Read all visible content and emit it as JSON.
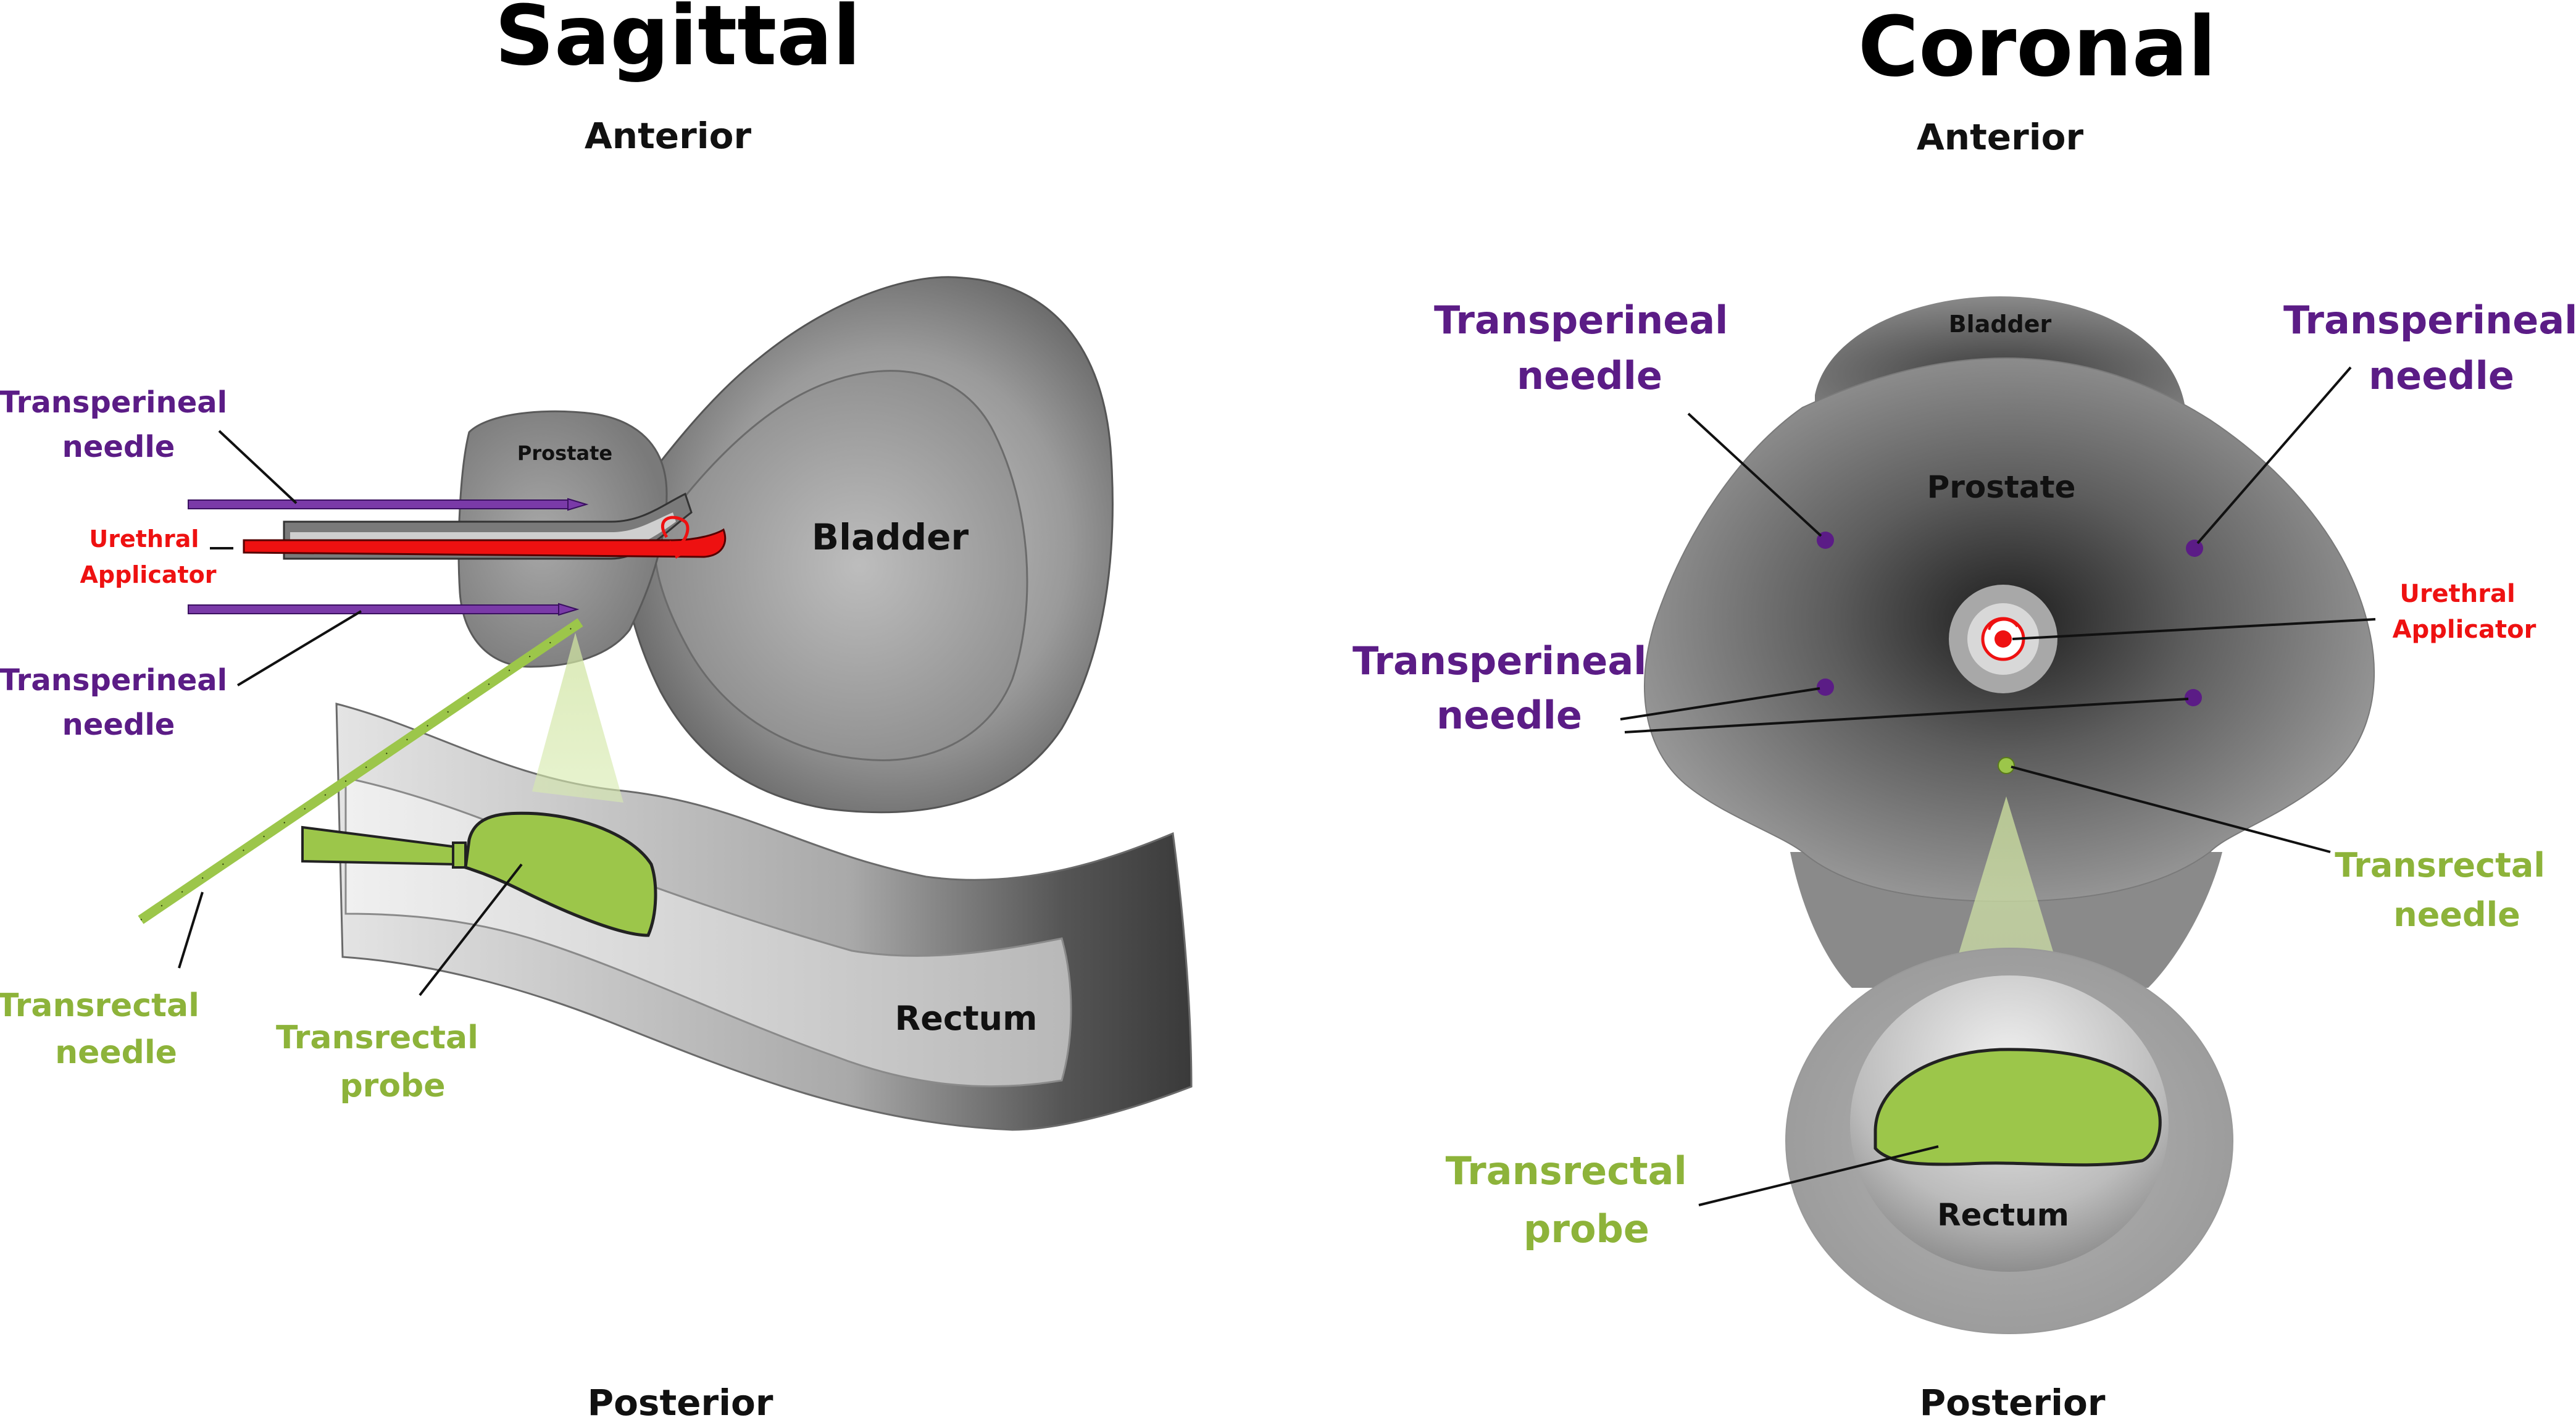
{
  "colors": {
    "needle_purple": "#7a3aa8",
    "label_purple": "#5b1c86",
    "applicator_red": "#ee1111",
    "probe_green": "#9cc64a",
    "label_green": "#8db33a",
    "tissue_gray": "#8a8a8a"
  },
  "sagittal": {
    "title": "Sagittal",
    "anterior": "Anterior",
    "posterior": "Posterior",
    "prostate": "Prostate",
    "bladder": "Bladder",
    "rectum": "Rectum",
    "needle_top": [
      "Transperineal",
      "needle"
    ],
    "urethral": [
      "Urethral",
      "Applicator"
    ],
    "needle_bottom": [
      "Transperineal",
      "needle"
    ],
    "transrectal_needle": [
      "Transrectal",
      "needle"
    ],
    "transrectal_probe": [
      "Transrectal",
      "probe"
    ]
  },
  "coronal": {
    "title": "Coronal",
    "anterior": "Anterior",
    "posterior": "Posterior",
    "bladder": "Bladder",
    "prostate": "Prostate",
    "rectum": "Rectum",
    "needle_left_top": [
      "Transperineal",
      "needle"
    ],
    "needle_right_top": [
      "Transperineal",
      "needle"
    ],
    "needle_left_mid": [
      "Transperineal",
      "needle"
    ],
    "urethral": [
      "Urethral",
      "Applicator"
    ],
    "transrectal_needle": [
      "Transrectal",
      "needle"
    ],
    "transrectal_probe": [
      "Transrectal",
      "probe"
    ]
  }
}
